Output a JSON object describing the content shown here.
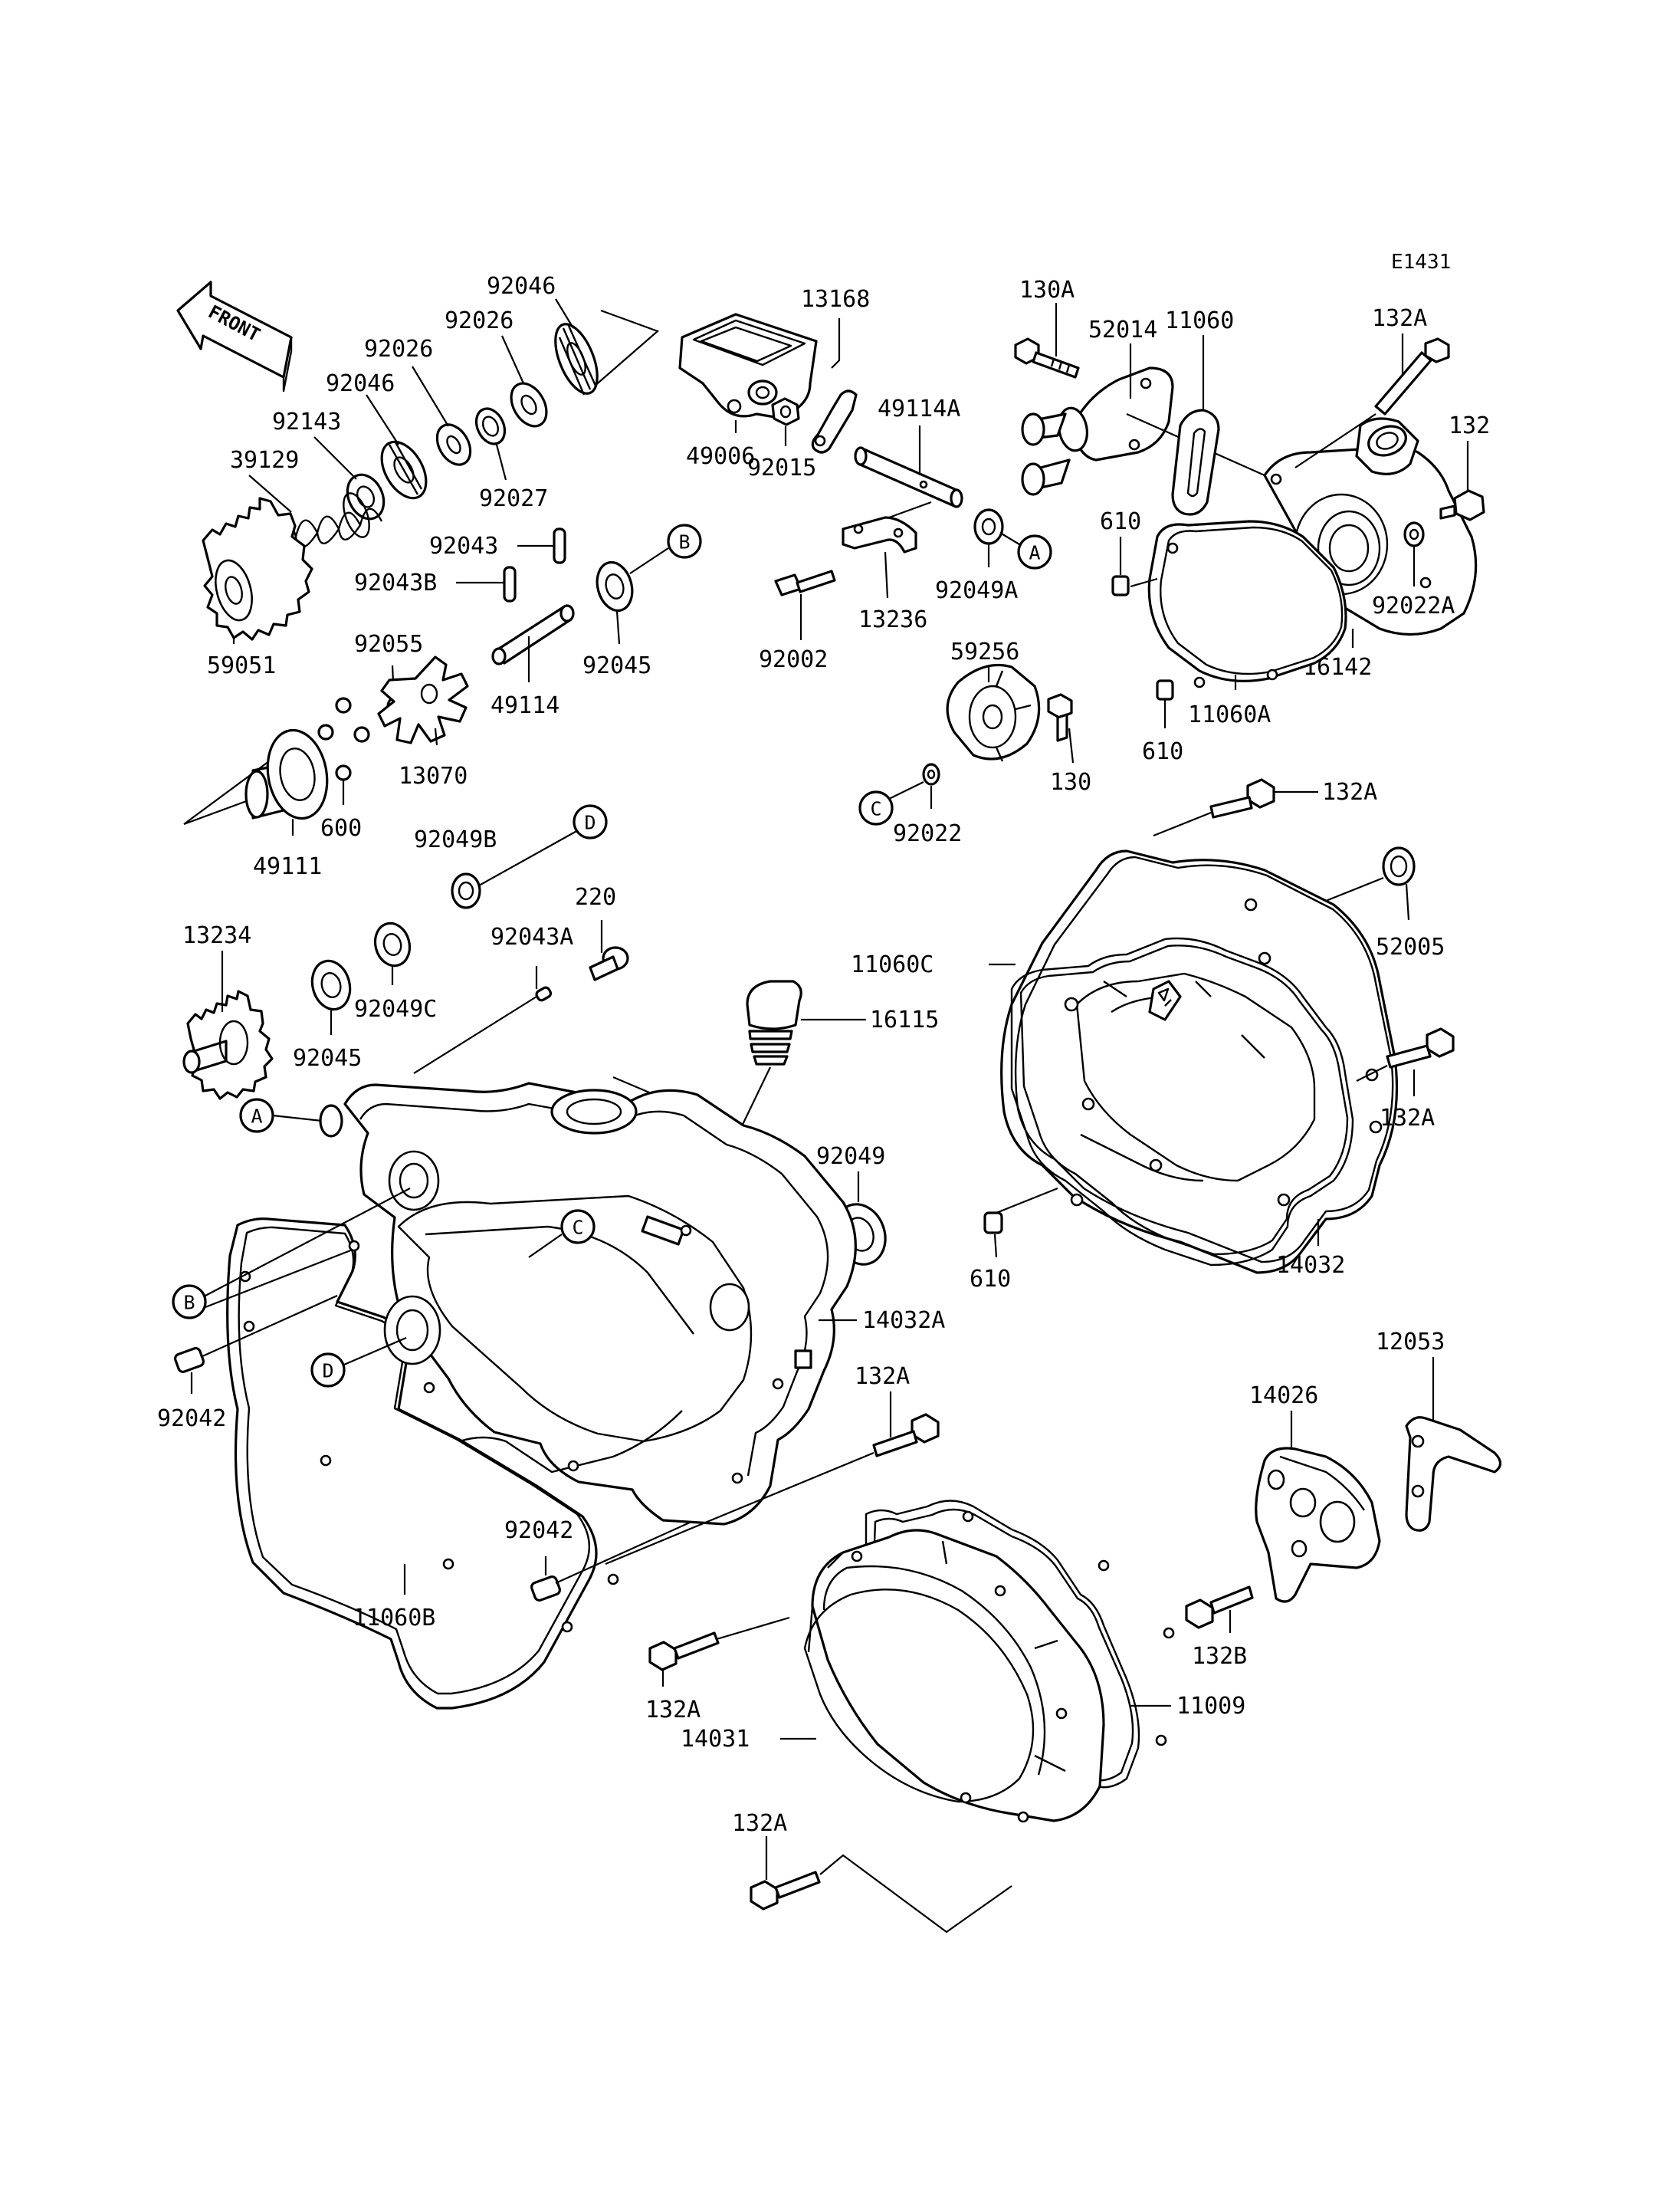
{
  "diagram_id": "E1431",
  "front_label": "FRONT",
  "parts": {
    "p92046_top": "92046",
    "p92026_top": "92026",
    "p92026_mid": "92026",
    "p92046_mid": "92046",
    "p92143": "92143",
    "p39129": "39129",
    "p92027": "92027",
    "p92043": "92043",
    "p92043B": "92043B",
    "p59051": "59051",
    "p92055": "92055",
    "p49114": "49114",
    "p92045_top": "92045",
    "p13070": "13070",
    "p600": "600",
    "p49111": "49111",
    "p92049B": "92049B",
    "p220": "220",
    "p92043A": "92043A",
    "p13234": "13234",
    "p92049C": "92049C",
    "p92045_bot": "92045",
    "p16115": "16115",
    "p92049": "92049",
    "p14032A": "14032A",
    "p92042_left": "92042",
    "p92042_mid": "92042",
    "p11060B": "11060B",
    "p49006": "49006",
    "p92015": "92015",
    "p13168": "13168",
    "p49114A": "49114A",
    "p13236": "13236",
    "p92002": "92002",
    "p92049A": "92049A",
    "p59256": "59256",
    "p92022": "92022",
    "p130": "130",
    "p130A": "130A",
    "p52014": "52014",
    "p11060": "11060",
    "p132A_top": "132A",
    "p132": "132",
    "p610_top": "610",
    "p92022A": "92022A",
    "p16142": "16142",
    "p11060A": "11060A",
    "p610_mid": "610",
    "p132A_r1": "132A",
    "p52005": "52005",
    "p11060C": "11060C",
    "p132A_r2": "132A",
    "p610_bot": "610",
    "p14032": "14032",
    "p12053": "12053",
    "p14026": "14026",
    "p132A_c": "132A",
    "p132B": "132B",
    "p132A_l": "132A",
    "p14031": "14031",
    "p11009": "11009",
    "p132A_b": "132A"
  },
  "callouts": {
    "A": "A",
    "B": "B",
    "C": "C",
    "D": "D"
  }
}
